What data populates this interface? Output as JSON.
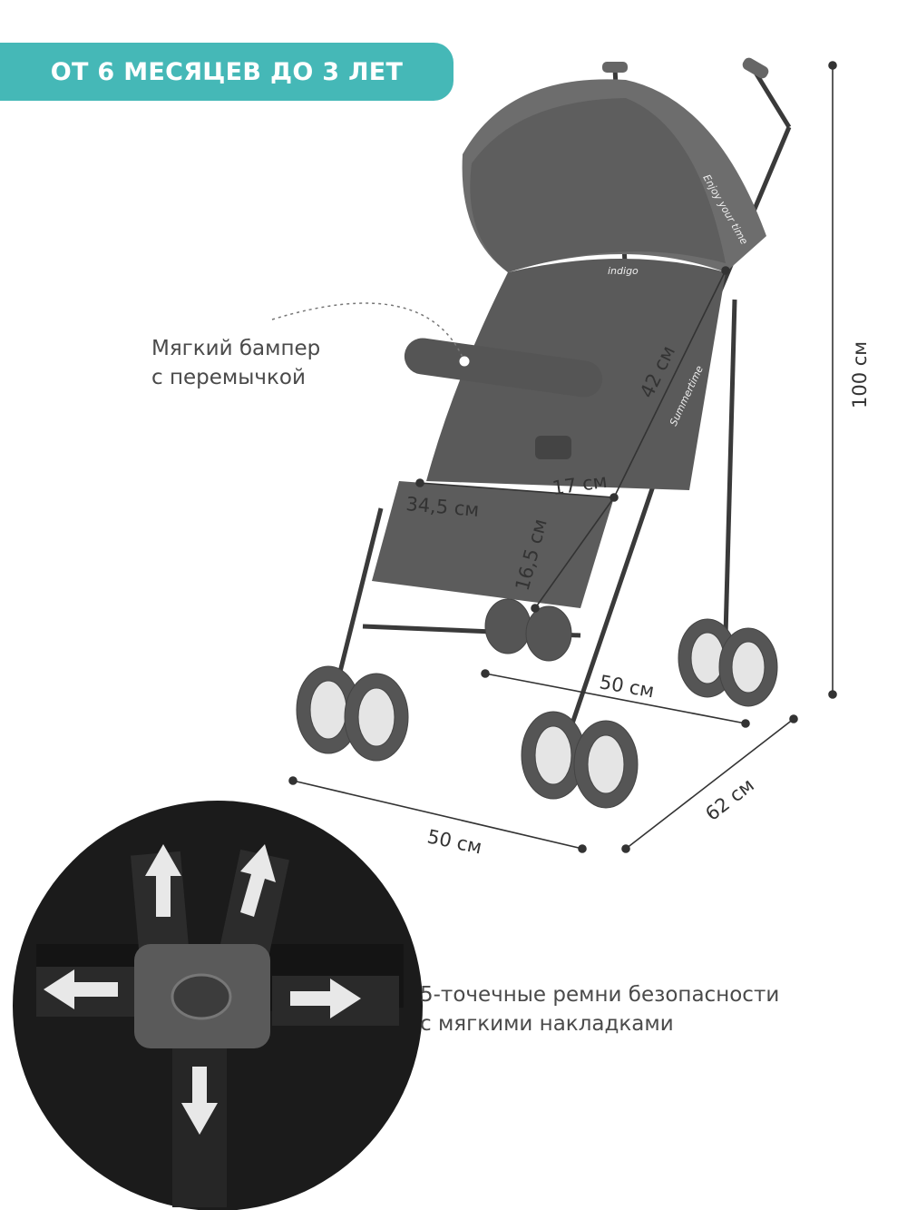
{
  "badge": {
    "label": "ОТ 6 МЕСЯЦЕВ ДО 3 ЛЕТ",
    "color": "#45b8b7"
  },
  "bumper_callout": {
    "line1": "Мягкий бампер",
    "line2": "с перемычкой"
  },
  "harness_callout": {
    "line1": "5-точечные ремни безопасности",
    "line2": "с мягкими накладками"
  },
  "dimensions": {
    "height": "100 см",
    "backrest": "42 см",
    "seat_depth": "17 см",
    "seat_width": "34,5 см",
    "footrest": "16,5 см",
    "rear_width": "50 см",
    "front_width": "50 см",
    "length": "62 см"
  },
  "product_branding": {
    "brand": "indigo",
    "canopy_text": "Enjoy your time",
    "side_text": "Summertime"
  }
}
